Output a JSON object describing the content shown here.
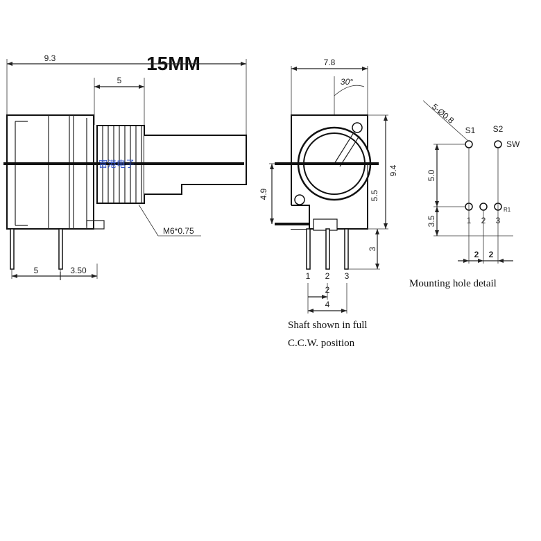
{
  "title": "15MM",
  "side_view": {
    "dim_overall": "9.3",
    "dim_bushing": "5",
    "thread_label": "M6*0.75",
    "dim_pin_left": "5",
    "dim_pin_right": "3.50",
    "watermark": "富港电子"
  },
  "front_view": {
    "dim_width": "7.8",
    "dim_angle": "30°",
    "dim_height_total": "9.4",
    "dim_center_height": "5.5",
    "dim_left_height": "4.9",
    "dim_pin_length": "3",
    "pin_labels": [
      "1",
      "2",
      "3"
    ],
    "dim_pin_pitch": "2",
    "dim_pin_span": "4",
    "caption_line1": "Shaft shown in full",
    "caption_line2": "C.C.W. position"
  },
  "mounting": {
    "hole_label": "5-Ø0.8",
    "s1_label": "S1",
    "s2_label": "S2",
    "sw_label": "SW",
    "dim_vertical_upper": "5.0",
    "dim_vertical_lower": "3.5",
    "pin_labels": [
      "1",
      "2",
      "3"
    ],
    "r1_label": "R1",
    "dim_pitch_a": "2",
    "dim_pitch_b": "2",
    "caption": "Mounting hole detail"
  }
}
